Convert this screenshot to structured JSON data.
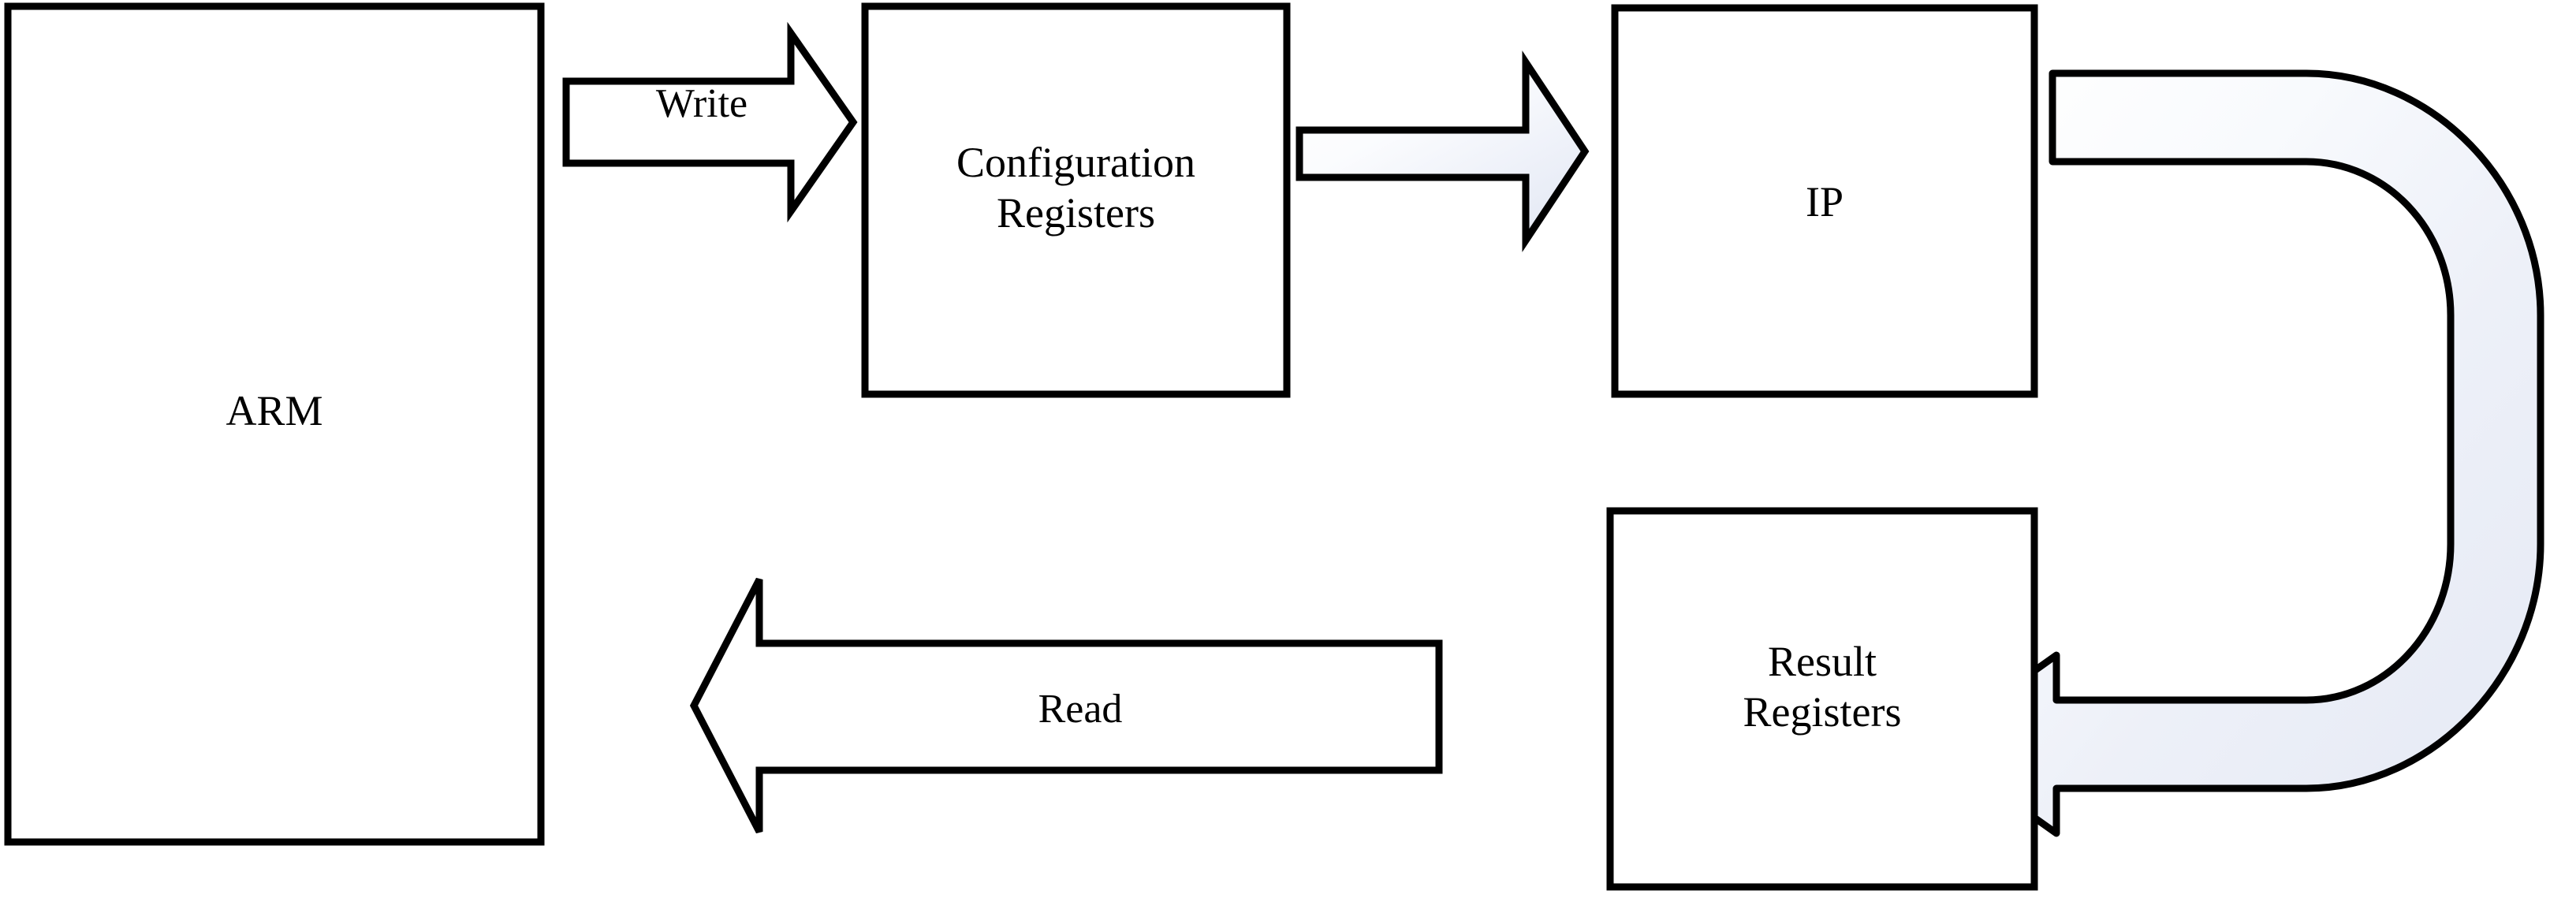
{
  "diagram": {
    "title": "ARM to IP configuration and result register dataflow",
    "type": "block-diagram",
    "background_color": "#ffffff",
    "stroke_color": "#000000",
    "arrow_gradient_start": "#ffffff",
    "arrow_gradient_end": "#e8ecf6",
    "nodes": [
      {
        "id": "arm",
        "label": "ARM"
      },
      {
        "id": "config",
        "label": "Configuration\nRegisters"
      },
      {
        "id": "ip",
        "label": "IP"
      },
      {
        "id": "result",
        "label": "Result\nRegisters"
      }
    ],
    "edges": [
      {
        "id": "write",
        "label": "Write",
        "from": "arm",
        "to": "config",
        "style": "block-arrow-outline",
        "direction": "right"
      },
      {
        "id": "config-ip",
        "label": "",
        "from": "config",
        "to": "ip",
        "style": "block-arrow-gradient",
        "direction": "right"
      },
      {
        "id": "ip-result",
        "label": "",
        "from": "ip",
        "to": "result",
        "style": "curved-block-arrow-gradient",
        "direction": "down-left"
      },
      {
        "id": "read",
        "label": "Read",
        "from": "result",
        "to": "arm",
        "style": "block-arrow-outline",
        "direction": "left"
      }
    ]
  }
}
